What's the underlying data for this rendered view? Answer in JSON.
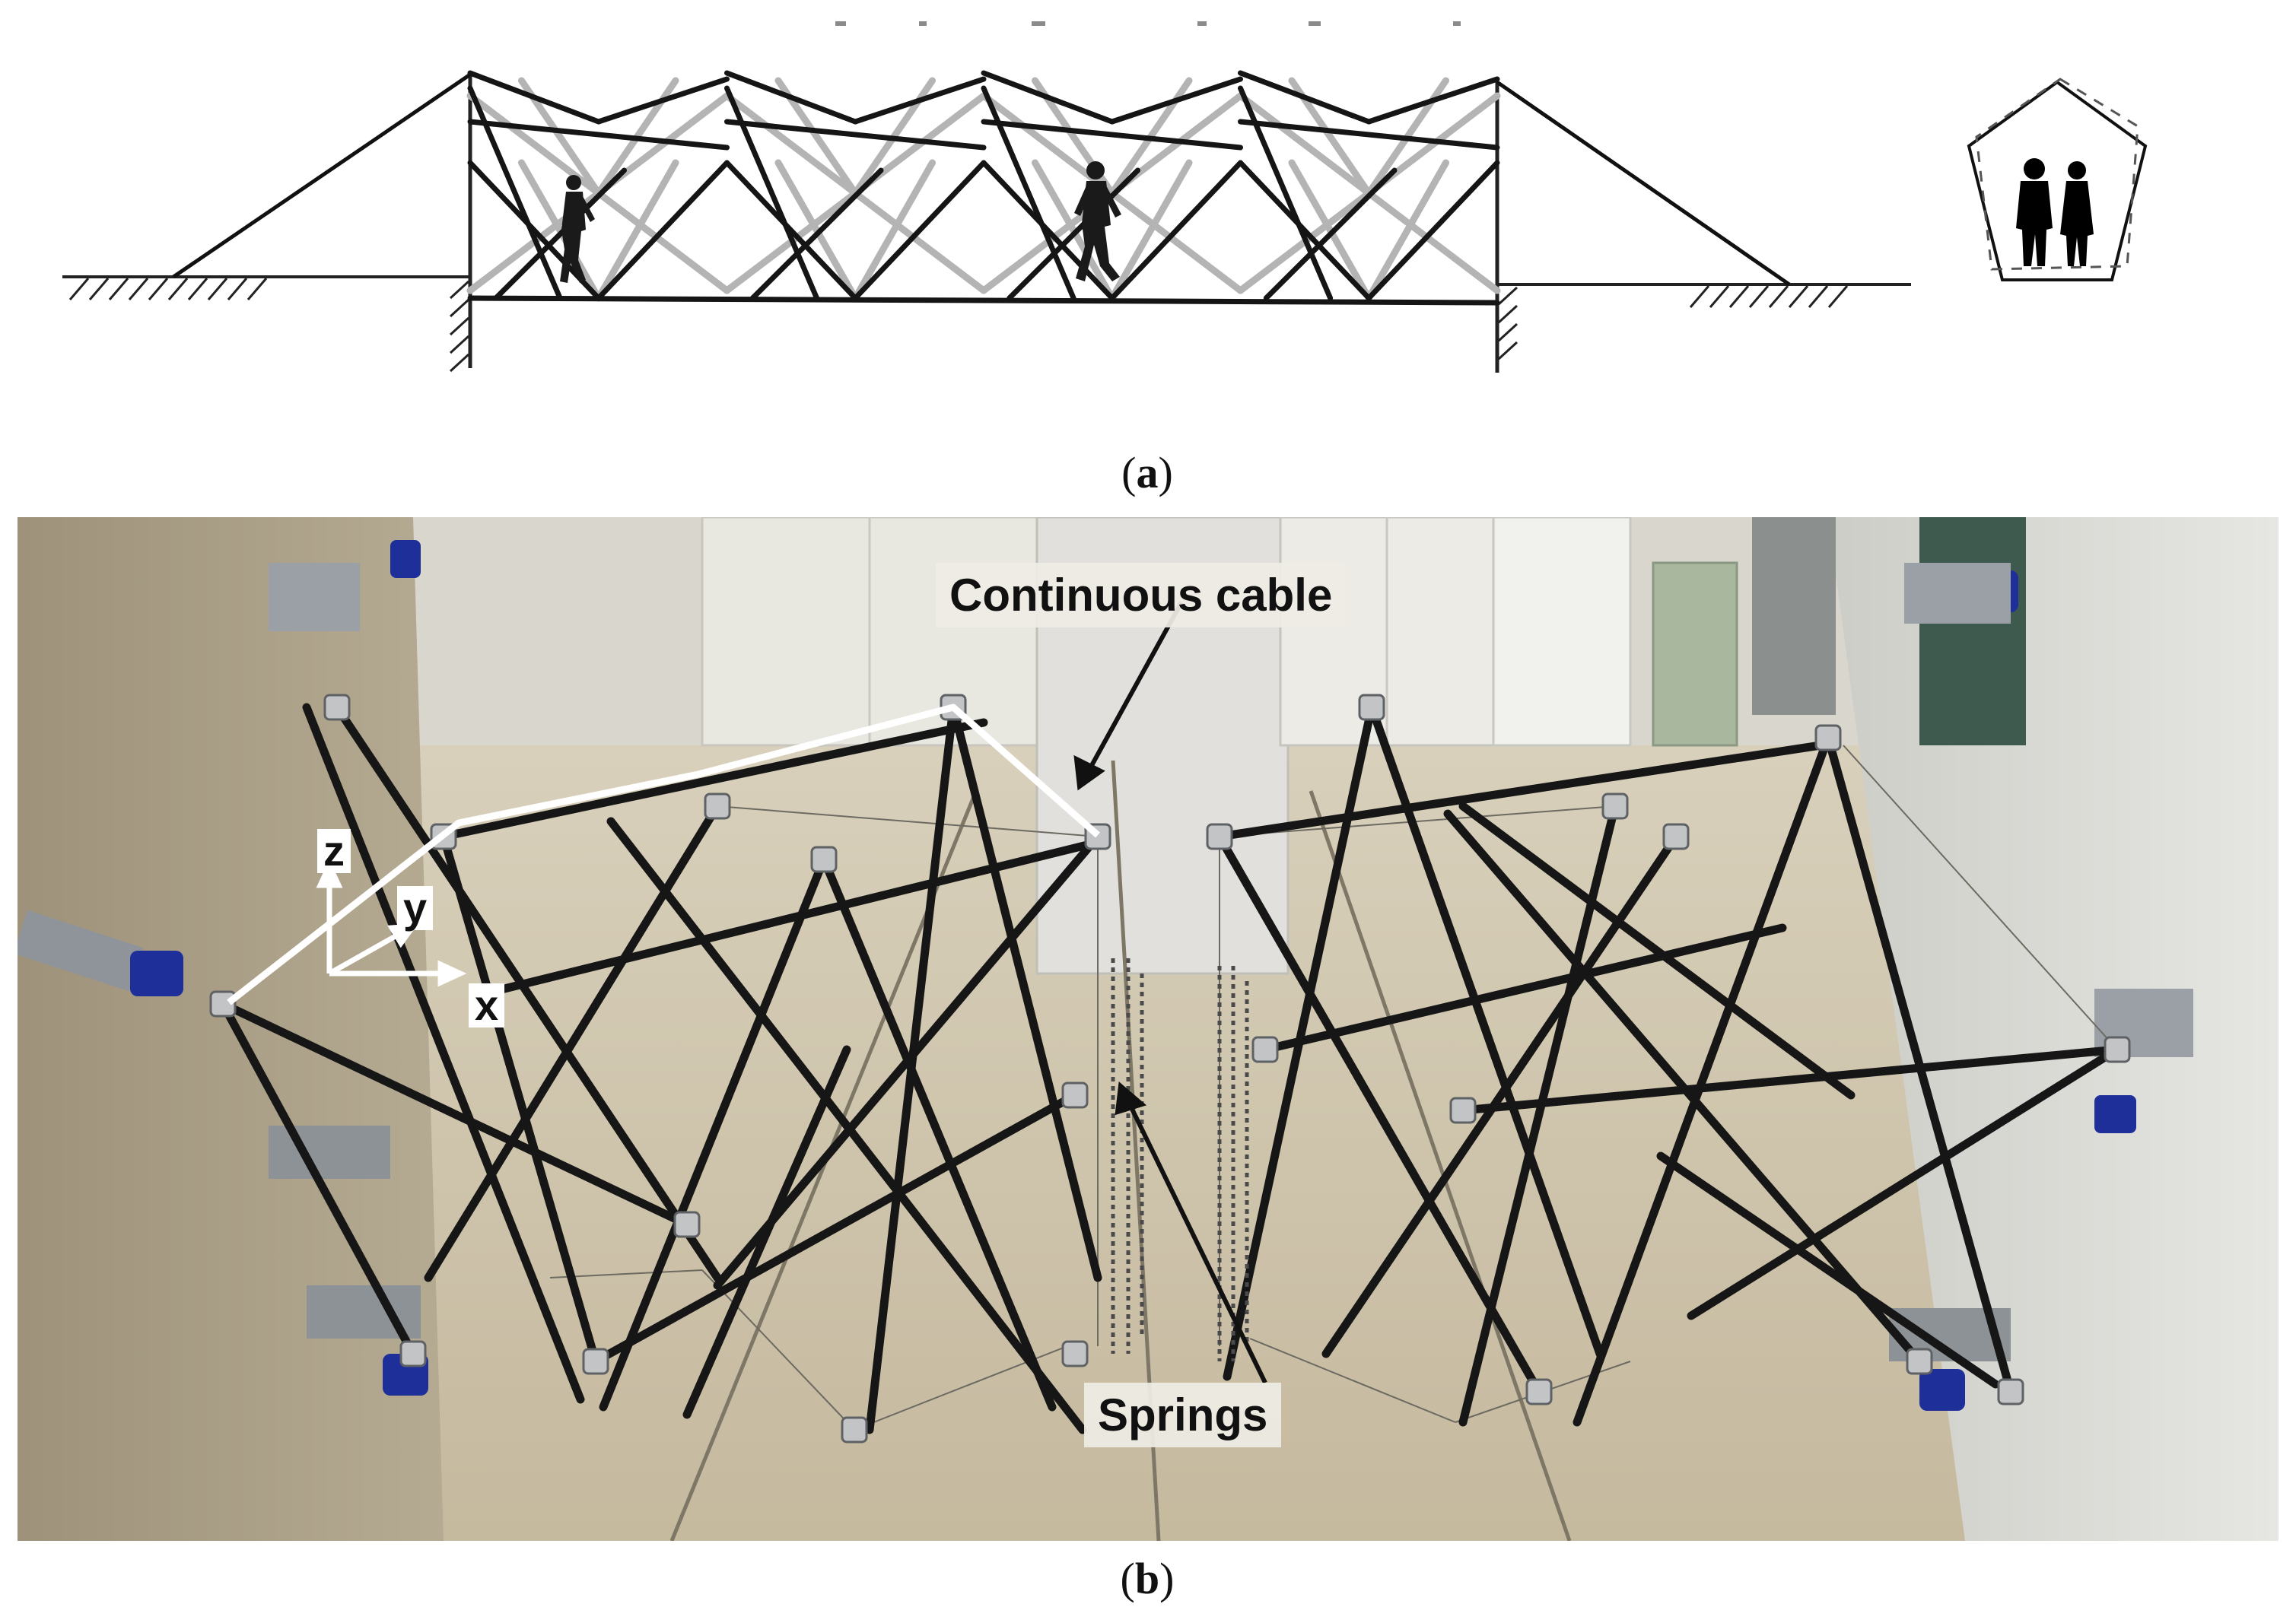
{
  "panel_a": {
    "caption_letter": "a"
  },
  "panel_b": {
    "caption_letter": "b",
    "annotations": {
      "continuous_cable": "Continuous cable",
      "springs": "Springs"
    },
    "axes": {
      "x": "x",
      "y": "y",
      "z": "z"
    }
  },
  "colors": {
    "strut": "#151515",
    "light_strut": "#b4b4b4",
    "cable": "#ffffff",
    "floor": "#cfc5ad",
    "wall_left": "#a89c84",
    "cabinet": "#e2e2dc",
    "motor_blue": "#1f2f9a"
  }
}
